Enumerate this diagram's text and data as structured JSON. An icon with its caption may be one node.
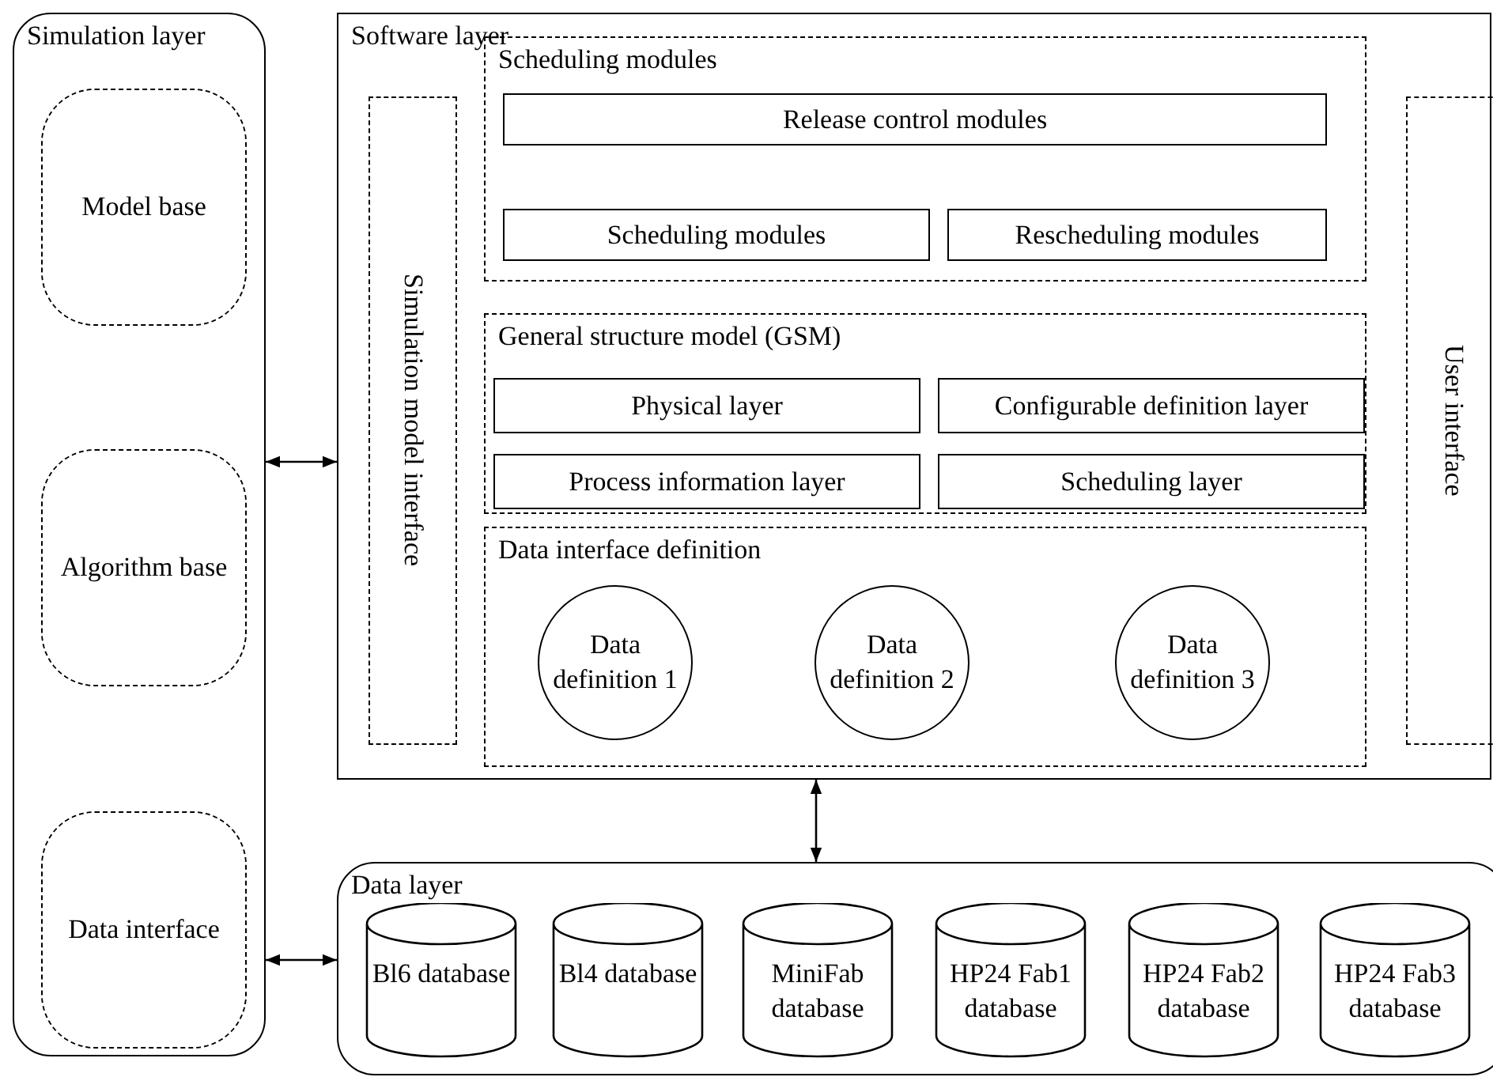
{
  "diagram": {
    "nodes": [
      {
        "text": [
          "Simulation layer"
        ]
      },
      {
        "text": [
          "Model base"
        ],
        "in": 0
      },
      {
        "text": [
          "Algorithm base"
        ],
        "in": 0
      },
      {
        "text": [
          "Data interface"
        ],
        "in": 0
      },
      {
        "text": [
          "Software layer"
        ]
      },
      {
        "text": [
          "Simulation model interface"
        ],
        "in": 4
      },
      {
        "text": [
          "Scheduling modules"
        ],
        "in": 4
      },
      {
        "text": [
          "Release control modules"
        ],
        "in": 6
      },
      {
        "text": [
          "Scheduling modules"
        ],
        "in": 6
      },
      {
        "text": [
          "Rescheduling modules"
        ],
        "in": 6
      },
      {
        "text": [
          "General structure model (GSM)"
        ],
        "in": 4
      },
      {
        "text": [
          "Physical layer"
        ],
        "in": 10
      },
      {
        "text": [
          "Configurable definition layer"
        ],
        "in": 10
      },
      {
        "text": [
          "Process information layer"
        ],
        "in": 10
      },
      {
        "text": [
          "Scheduling layer"
        ],
        "in": 10
      },
      {
        "text": [
          "Data interface definition"
        ],
        "in": 4
      },
      {
        "text": [
          "Data definition 1"
        ],
        "in": 15
      },
      {
        "text": [
          "Data definition 2"
        ],
        "in": 15
      },
      {
        "text": [
          "Data definition 3"
        ],
        "in": 15
      },
      {
        "text": [
          "User interface"
        ],
        "in": 4
      },
      {
        "text": [
          "Data layer"
        ]
      },
      {
        "text": [
          "Bl6 database"
        ],
        "in": 20
      },
      {
        "text": [
          "Bl4 database"
        ],
        "in": 20
      },
      {
        "text": [
          "MiniFab database"
        ],
        "in": 20
      },
      {
        "text": [
          "HP24 Fab1 database"
        ],
        "in": 20
      },
      {
        "text": [
          "HP24 Fab2 database"
        ],
        "in": 20
      },
      {
        "text": [
          "HP24 Fab3 database"
        ],
        "in": 20
      }
    ],
    "edges": [
      {
        "from": 0,
        "to": 4,
        "arrow": "both"
      },
      {
        "from": 4,
        "to": 20,
        "arrow": "both"
      },
      {
        "from": 0,
        "to": 20,
        "arrow": "both"
      }
    ]
  }
}
